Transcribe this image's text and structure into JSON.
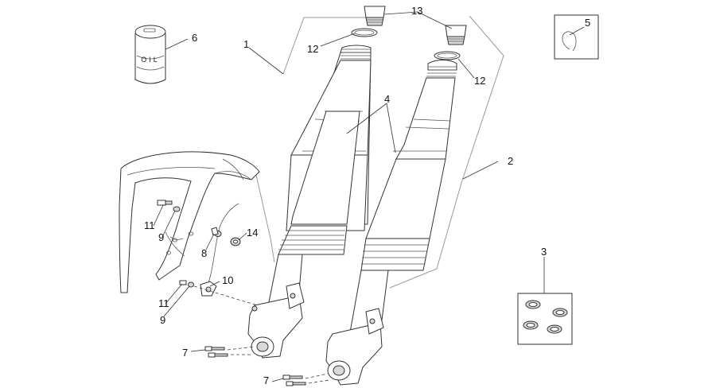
{
  "diagram": {
    "labels": {
      "front_fork_assembly": "1",
      "fork_leg": "2",
      "seal_kit": "3",
      "fork_tube": "4",
      "circlip": "5",
      "oil": "6",
      "screw_left": "7",
      "screw_right": "7",
      "hose_clip": "8",
      "washer_upper": "9",
      "washer_lower": "9",
      "clamp": "10",
      "screw_upper": "11",
      "screw_lower": "11",
      "oring_left": "12",
      "oring_right": "12",
      "fork_cap": "13",
      "grommet": "14"
    },
    "oil_can_text": "OIL"
  }
}
